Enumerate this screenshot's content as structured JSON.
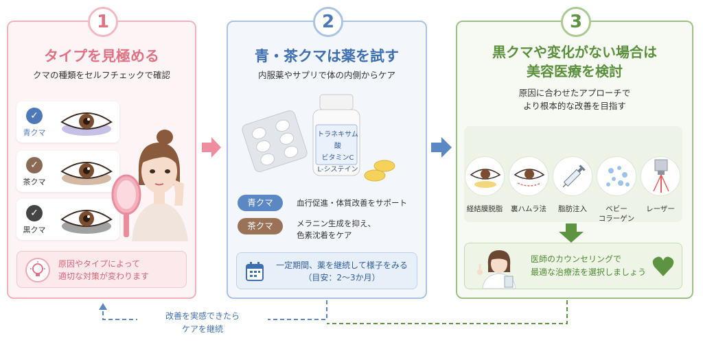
{
  "step1": {
    "num": "1",
    "title": "タイプを見極める",
    "subtitle": "クマの種類をセルフチェックで確認",
    "eyes": [
      {
        "label": "青クマ",
        "check_color": "#4d79b8",
        "shadow_color": "#b7b0de"
      },
      {
        "label": "茶クマ",
        "check_color": "#8a6a55",
        "shadow_color": "#c9a78e"
      },
      {
        "label": "黒クマ",
        "check_color": "#444444",
        "shadow_color": "#8a8a8a"
      }
    ],
    "callout": [
      "原因やタイプによって",
      "適切な対策が変わります"
    ],
    "icon": "lightbulb-icon"
  },
  "step2": {
    "num": "2",
    "title": "青・茶クマは薬を試す",
    "subtitle": "内服薬やサプリで体の内側からケア",
    "bottle_label": [
      "トラネキサム酸",
      "ビタミンC",
      "L-システイン"
    ],
    "items": [
      {
        "tag": "青クマ",
        "color": "#5b87c2",
        "text": [
          "血行促進・体質改善をサポート"
        ]
      },
      {
        "tag": "茶クマ",
        "color": "#9a7258",
        "text": [
          "メラニン生成を抑え、",
          "色素沈着をケア"
        ]
      }
    ],
    "note": [
      "一定期間、薬を継続して様子をみる",
      "（目安：2〜3か月）"
    ],
    "icon": "calendar-icon"
  },
  "step3": {
    "num": "3",
    "title": [
      "黒クマや変化がない場合は",
      "美容医療を検討"
    ],
    "subtitle": [
      "原因に合わせたアプローチで",
      "より根本的な改善を目指す"
    ],
    "treatments": [
      {
        "label": [
          "経結膜脱脂"
        ],
        "icon": "eye-fat-icon"
      },
      {
        "label": [
          "裏ハムラ法"
        ],
        "icon": "eye-line-icon"
      },
      {
        "label": [
          "脂肪注入"
        ],
        "icon": "syringe-icon"
      },
      {
        "label": [
          "ベビー",
          "コラーゲン"
        ],
        "icon": "dots-icon"
      },
      {
        "label": [
          "レーザー"
        ],
        "icon": "laser-icon"
      }
    ],
    "doctor_text": [
      "医師のカウンセリングで",
      "最適な治療法を選択しましょう"
    ]
  },
  "feedback": [
    "改善を実感できたら",
    "ケアを継続"
  ],
  "colors": {
    "pink": "#e07285",
    "blue": "#3d6fb0",
    "green": "#5a8f3c"
  }
}
